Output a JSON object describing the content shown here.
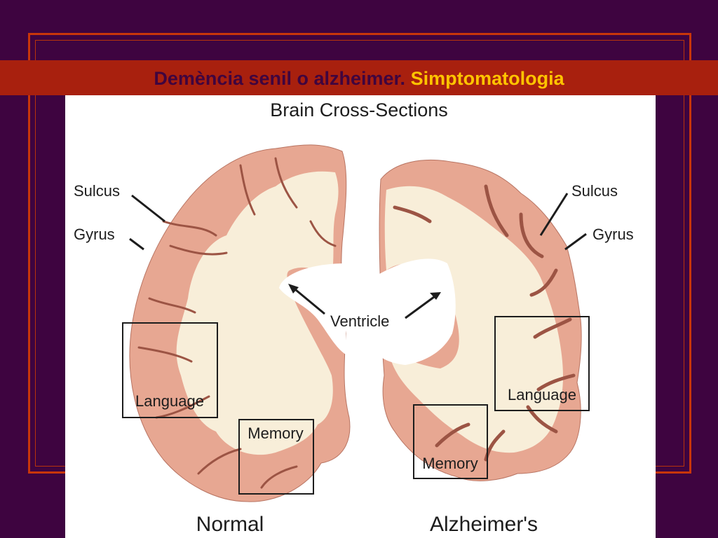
{
  "slide": {
    "title_part1": "Demència senil o alzheimer.",
    "title_part2": "Simptomatologia",
    "colors": {
      "background": "#3e0440",
      "frame": "#c8360a",
      "title_bar": "#a8200e",
      "title_main": "#40053f",
      "title_accent": "#ffc400"
    }
  },
  "figure": {
    "title": "Brain Cross-Sections",
    "labels": {
      "sulcus_left": "Sulcus",
      "gyrus_left": "Gyrus",
      "sulcus_right": "Sulcus",
      "gyrus_right": "Gyrus",
      "ventricle": "Ventricle",
      "language_left": "Language",
      "memory_left": "Memory",
      "language_right": "Language",
      "memory_right": "Memory"
    },
    "captions": {
      "normal": "Normal",
      "alzheimers": "Alzheimer's"
    },
    "colors": {
      "cortex": "#e7a792",
      "white_matter": "#f8eed9",
      "sulcus_line": "#9c5444"
    }
  }
}
